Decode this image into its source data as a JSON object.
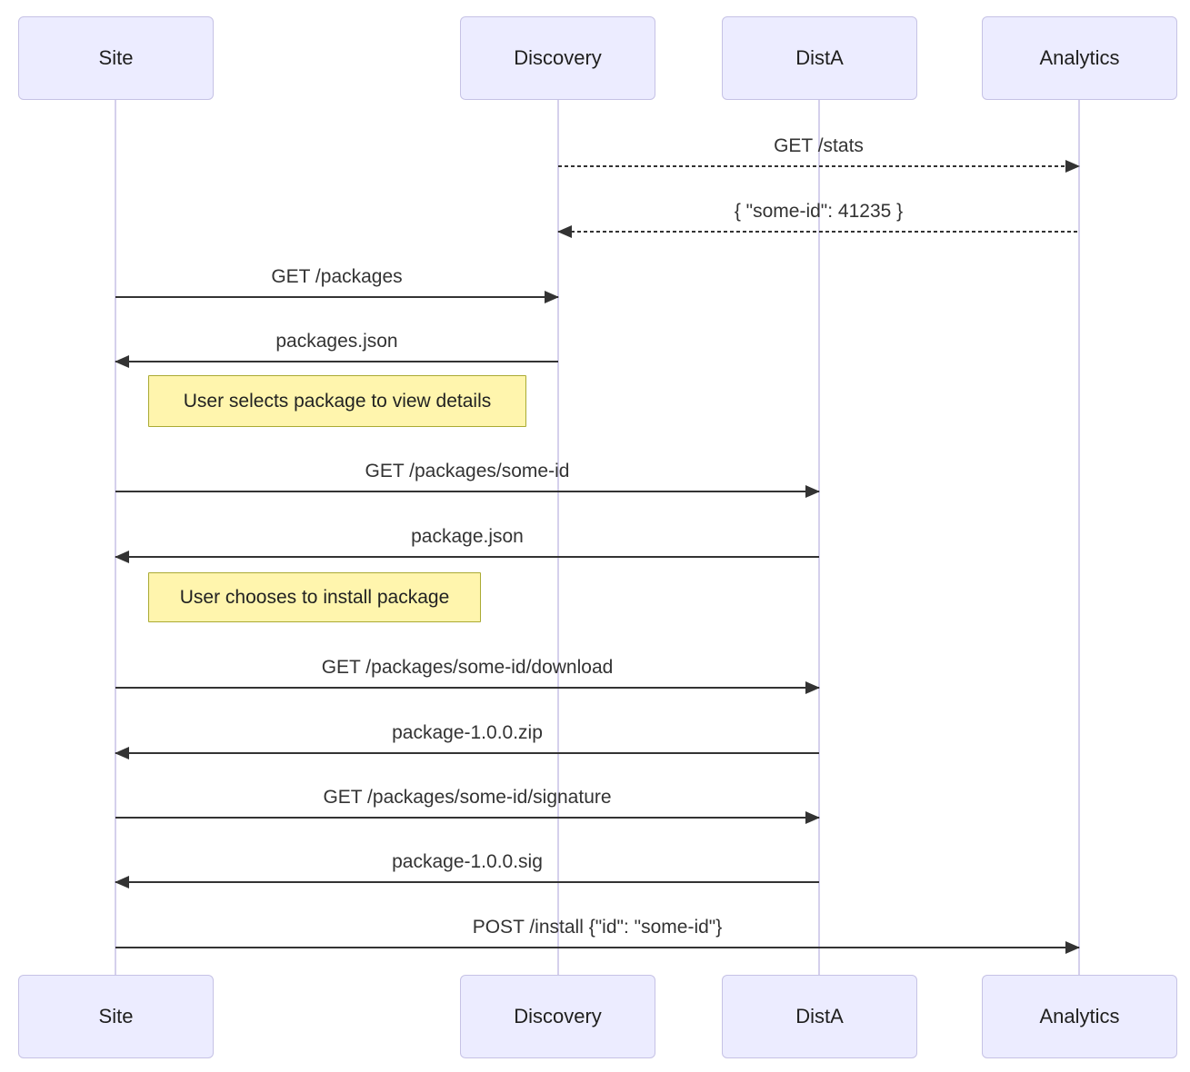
{
  "diagram": {
    "type": "sequence-diagram",
    "actors": [
      {
        "name": "Site"
      },
      {
        "name": "Discovery"
      },
      {
        "name": "DistA"
      },
      {
        "name": "Analytics"
      }
    ],
    "messages": [
      {
        "from": "Discovery",
        "to": "Analytics",
        "label": "GET /stats",
        "style": "dashed"
      },
      {
        "from": "Analytics",
        "to": "Discovery",
        "label": "{ \"some-id\": 41235 }",
        "style": "dashed"
      },
      {
        "from": "Site",
        "to": "Discovery",
        "label": "GET /packages",
        "style": "solid"
      },
      {
        "from": "Discovery",
        "to": "Site",
        "label": "packages.json",
        "style": "solid"
      },
      {
        "from": "Site",
        "to": "DistA",
        "label": "GET /packages/some-id",
        "style": "solid"
      },
      {
        "from": "DistA",
        "to": "Site",
        "label": "package.json",
        "style": "solid"
      },
      {
        "from": "Site",
        "to": "DistA",
        "label": "GET /packages/some-id/download",
        "style": "solid"
      },
      {
        "from": "DistA",
        "to": "Site",
        "label": "package-1.0.0.zip",
        "style": "solid"
      },
      {
        "from": "Site",
        "to": "DistA",
        "label": "GET /packages/some-id/signature",
        "style": "solid"
      },
      {
        "from": "DistA",
        "to": "Site",
        "label": "package-1.0.0.sig",
        "style": "solid"
      },
      {
        "from": "Site",
        "to": "Analytics",
        "label": "POST /install {\"id\": \"some-id\"}",
        "style": "solid"
      }
    ],
    "notes": [
      {
        "over": "Site",
        "label": "User selects package to view details"
      },
      {
        "over": "Site",
        "label": "User chooses to install package"
      }
    ],
    "colors": {
      "actor_fill": "#ECECFF",
      "actor_border": "#c6c2e5",
      "lifeline": "#d5d0ec",
      "note_fill": "#fff5ad",
      "note_border": "#aaaa33",
      "message": "#333333"
    }
  }
}
